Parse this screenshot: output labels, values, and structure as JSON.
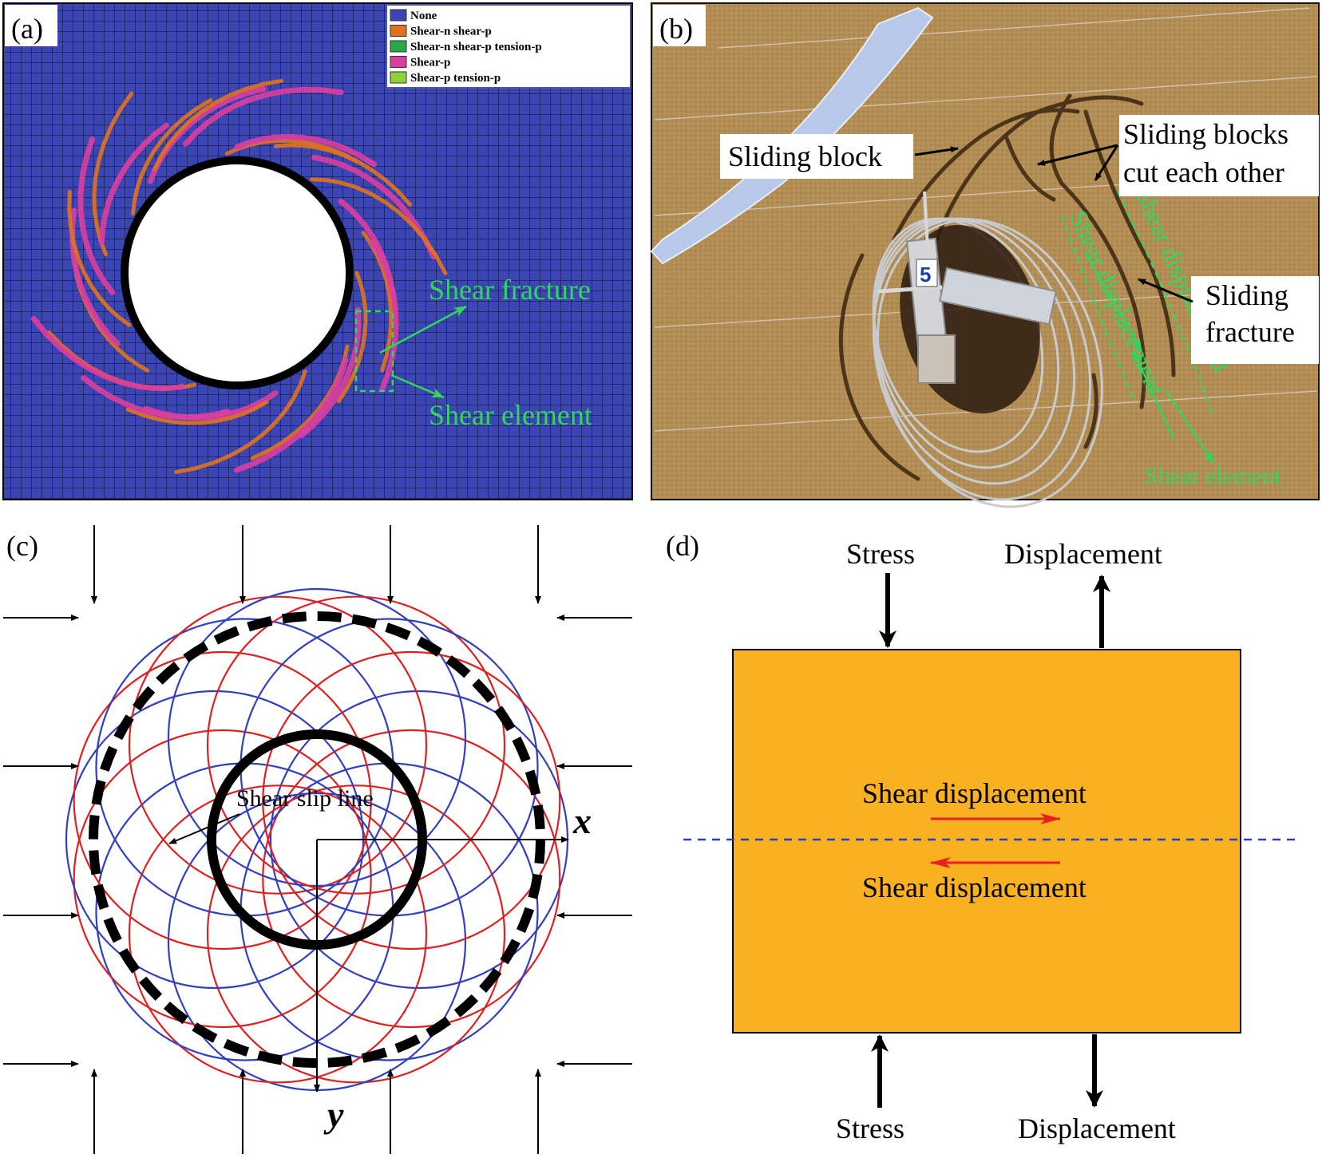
{
  "panels": {
    "a": {
      "tag": "(a)",
      "legend": [
        {
          "label": "None",
          "color": "#3c45b4"
        },
        {
          "label": "Shear-n shear-p",
          "color": "#e0721f"
        },
        {
          "label": "Shear-n shear-p tension-p",
          "color": "#28a844"
        },
        {
          "label": "Shear-p",
          "color": "#d83fa0"
        },
        {
          "label": "Shear-p tension-p",
          "color": "#8fd13a"
        }
      ],
      "label_fracture": "Shear fracture",
      "label_element": "Shear element",
      "mesh_color": "#3c45b4",
      "annotation_color": "#2fd85a"
    },
    "b": {
      "tag": "(b)",
      "label_sliding_block": "Sliding block",
      "label_cut_line1": "Sliding blocks",
      "label_cut_line2": "cut each other",
      "label_fracture_line1": "Sliding",
      "label_fracture_line2": "fracture",
      "label_shear_disp_1": "Shear displacement",
      "label_shear_disp_2": "Shear displacement",
      "label_shear_element": "Shear element",
      "sample_number": "5",
      "sand_color": "#b8935a",
      "annotation_color": "#2fd85a"
    },
    "c": {
      "tag": "(c)",
      "slip_label": "Shear slip line",
      "axis_x": "x",
      "axis_y": "y",
      "curve_colors": [
        "#3040c0",
        "#e02020"
      ]
    },
    "d": {
      "tag": "(d)",
      "stress_top": "Stress",
      "displacement_top": "Displacement",
      "stress_bottom": "Stress",
      "displacement_bottom": "Displacement",
      "shear_upper": "Shear displacement",
      "shear_lower": "Shear displacement",
      "block_color": "#f9b122",
      "shear_arrow_color": "#e62020",
      "interface_color": "#3040b0"
    }
  }
}
